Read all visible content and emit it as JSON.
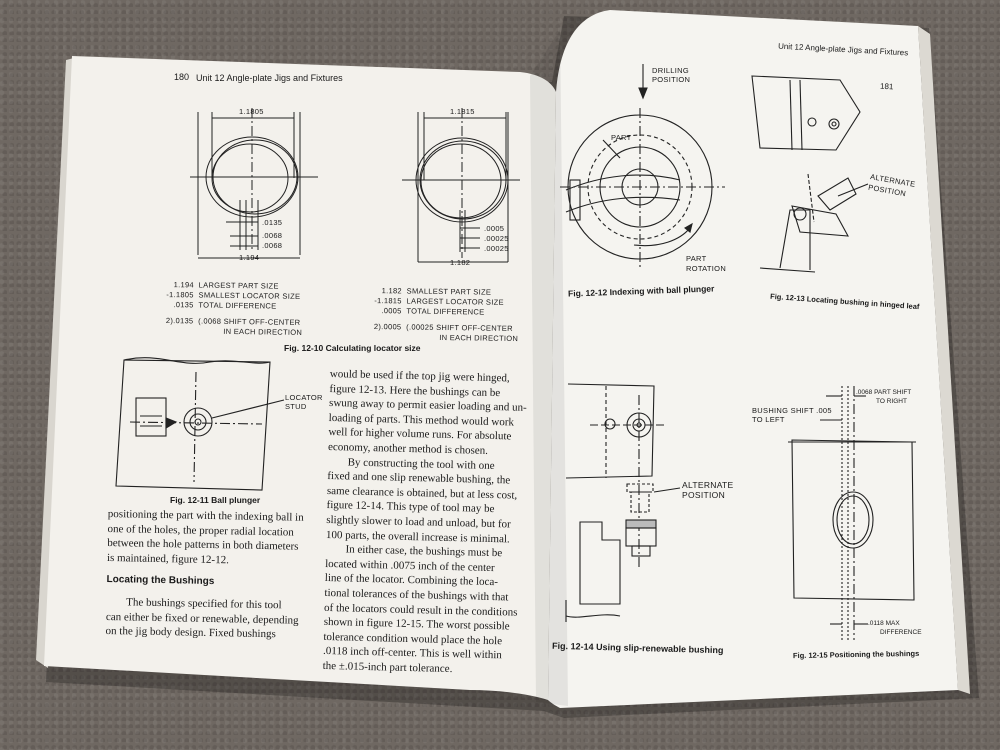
{
  "left_page": {
    "header": {
      "page_number": "180",
      "running_title": "Unit 12  Angle-plate Jigs and Fixtures"
    },
    "fig_12_10": {
      "left_diagram": {
        "top_dim": "1.1805",
        "bottom_dim": "1.194",
        "shift_labels": [
          ".0135",
          ".0068",
          ".0068"
        ],
        "calc_lines": [
          {
            "num": "1.194",
            "text": "LARGEST PART SIZE"
          },
          {
            "num": "-1.1805",
            "text": "SMALLEST LOCATOR SIZE"
          },
          {
            "num": ".0135",
            "text": "TOTAL DIFFERENCE"
          }
        ],
        "division": "2).0135",
        "result_line1": "(.0068 SHIFT OFF-CENTER",
        "result_line2": "IN EACH DIRECTION"
      },
      "right_diagram": {
        "top_dim": "1.1815",
        "bottom_dim": "1.182",
        "shift_labels": [
          ".0005",
          ".00025",
          ".00025"
        ],
        "calc_lines": [
          {
            "num": "1.182",
            "text": "SMALLEST PART SIZE"
          },
          {
            "num": "-1.1815",
            "text": "LARGEST LOCATOR SIZE"
          },
          {
            "num": ".0005",
            "text": "TOTAL DIFFERENCE"
          }
        ],
        "division": "2).0005",
        "result_line1": "(.00025 SHIFT OFF-CENTER",
        "result_line2": "IN EACH DIRECTION"
      },
      "caption": "Fig. 12-10  Calculating locator size"
    },
    "fig_12_11": {
      "label_line1": "LOCATOR",
      "label_line2": "STUD",
      "caption": "Fig. 12-11  Ball plunger"
    },
    "col1_lines": [
      "positioning the part with the indexing ball in",
      "one of the holes, the proper radial location",
      "between the hole patterns in both diameters",
      "is maintained, figure 12-12."
    ],
    "section_heading": "Locating the Bushings",
    "col1_lines2": [
      "The bushings specified for this tool",
      "can either be fixed or renewable, depending",
      "on the jig body design.   Fixed bushings"
    ],
    "col2_lines": [
      "would be used if the top jig were hinged,",
      "figure 12-13.  Here the bushings can be",
      "swung away to permit easier loading and un-",
      "loading of parts.  This method would work",
      "well for higher volume runs.  For absolute",
      "economy, another method is chosen.",
      "By constructing the tool with one",
      "fixed and one slip renewable bushing, the",
      "same clearance is obtained, but at less cost,",
      "figure 12-14.  This type of tool may be",
      "slightly slower to load and unload, but for",
      "100 parts, the overall increase is minimal.",
      "In either case, the bushings must be",
      "located within .0075 inch of the center",
      "line of the locator.  Combining the loca-",
      "tional tolerances of the bushings with that",
      "of the locators could result in the conditions",
      "shown in figure 12-15.  The worst possible",
      "tolerance condition would place the hole",
      ".0118 inch off-center.  This is well within",
      "the ±.015-inch part tolerance."
    ]
  },
  "right_page": {
    "header": {
      "running_title": "Unit 12  Angle-plate Jigs and Fixtures",
      "page_number": "181"
    },
    "fig_12_12": {
      "drilling_line1": "DRILLING",
      "drilling_line2": "POSITION",
      "part_label": "PART",
      "rotation_line1": "PART",
      "rotation_line2": "ROTATION",
      "caption": "Fig. 12-12  Indexing with ball plunger"
    },
    "fig_12_13": {
      "alt_line1": "ALTERNATE",
      "alt_line2": "POSITION",
      "caption": "Fig. 12-13  Locating bushing in hinged leaf"
    },
    "fig_12_14": {
      "alt_line1": "ALTERNATE",
      "alt_line2": "POSITION",
      "caption": "Fig. 12-14  Using slip-renewable bushing"
    },
    "fig_12_15": {
      "shift_right_line1": ".0068 PART SHIFT",
      "shift_right_line2": "TO RIGHT",
      "shift_left_line1": "BUSHING SHIFT .005",
      "shift_left_line2": "TO LEFT",
      "max_line1": ".0118 MAX",
      "max_line2": "DIFFERENCE",
      "caption": "Fig. 12-15  Positioning the bushings"
    }
  }
}
